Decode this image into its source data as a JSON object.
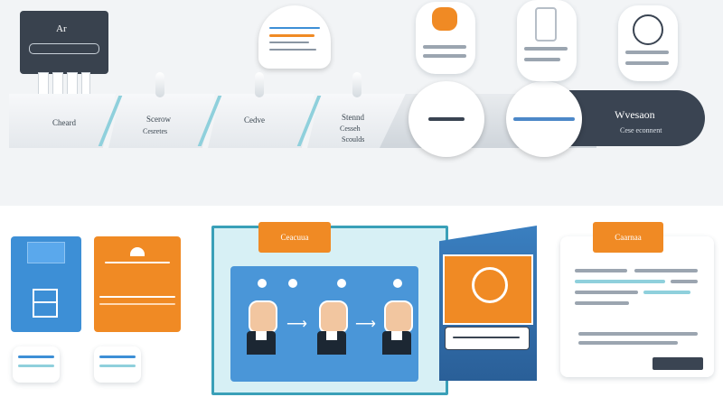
{
  "top": {
    "device_label": "Ar",
    "steps": [
      {
        "title": "Cheard",
        "subtitle": ""
      },
      {
        "title": "Scerow",
        "subtitle": "Cesretes"
      },
      {
        "title": "Cedve",
        "subtitle": ""
      },
      {
        "title": "Stennd",
        "subtitle": "Scoulds"
      },
      {
        "title": "Cesseh",
        "subtitle": ""
      }
    ],
    "final": {
      "title": "Wvesaon",
      "subtitle": "Cese econnent"
    }
  },
  "bottom": {
    "presentation_label": "Ceacuua",
    "doc_label": "Caarnaa"
  },
  "colors": {
    "orange": "#f08a24",
    "blue": "#3d8fd6",
    "navy": "#3a4452",
    "teal": "#8fd0dc"
  },
  "icons": [
    "monitor-icon",
    "pin-icon",
    "person-icon",
    "arrow-right-icon",
    "face-icon",
    "grid-icon"
  ]
}
